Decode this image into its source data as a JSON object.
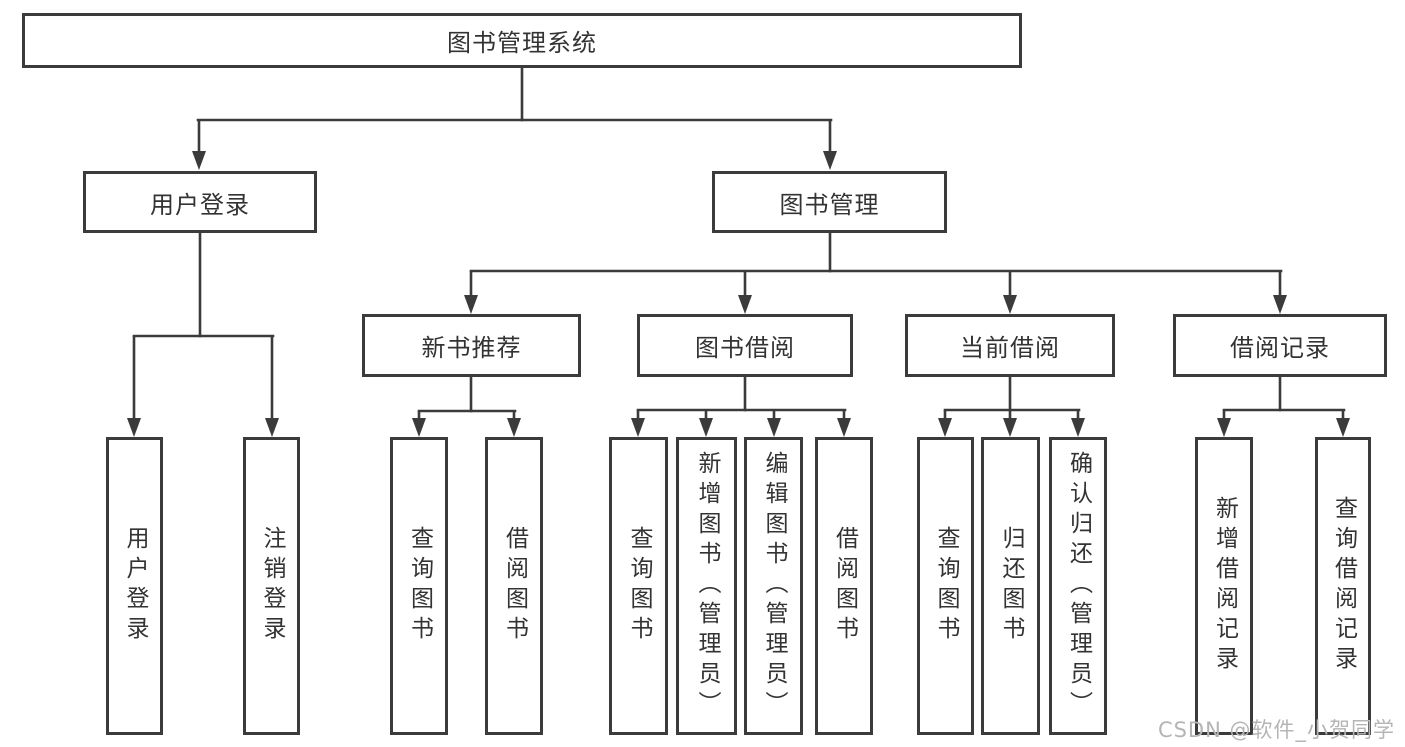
{
  "tree": {
    "label": "图书管理系统",
    "children": [
      {
        "label": "用户登录",
        "children": [
          {
            "label": "用户登录"
          },
          {
            "label": "注销登录"
          }
        ]
      },
      {
        "label": "图书管理",
        "children": [
          {
            "label": "新书推荐",
            "children": [
              {
                "label": "查询图书"
              },
              {
                "label": "借阅图书"
              }
            ]
          },
          {
            "label": "图书借阅",
            "children": [
              {
                "label": "查询图书"
              },
              {
                "label": "新增图书（管理员）"
              },
              {
                "label": "编辑图书（管理员）"
              },
              {
                "label": "借阅图书"
              }
            ]
          },
          {
            "label": "当前借阅",
            "children": [
              {
                "label": "查询图书"
              },
              {
                "label": "归还图书"
              },
              {
                "label": "确认归还（管理员）"
              }
            ]
          },
          {
            "label": "借阅记录",
            "children": [
              {
                "label": "新增借阅记录"
              },
              {
                "label": "查询借阅记录"
              }
            ]
          }
        ]
      }
    ]
  },
  "watermark": {
    "text": "CSDN @软件_小贺同学"
  },
  "colors": {
    "line": "#3b3b3b",
    "text": "#333333",
    "background": "#ffffff",
    "watermark": "#b5b5b5"
  }
}
